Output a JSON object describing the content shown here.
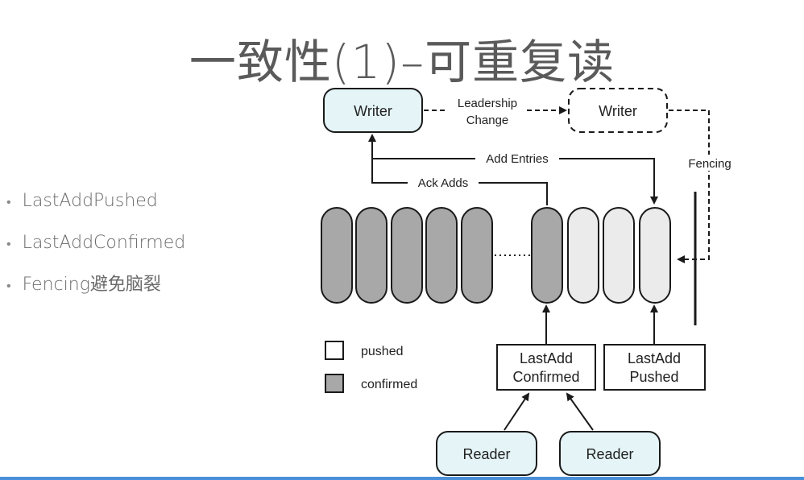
{
  "slide": {
    "title": "一致性(1)–可重复读",
    "bullets": [
      "LastAddPushed",
      "LastAddConfirmed",
      "Fencing避免脑裂"
    ]
  },
  "diagram": {
    "writer_active": "Writer",
    "writer_new": "Writer",
    "leadership_change_line1": "Leadership",
    "leadership_change_line2": "Change",
    "add_entries": "Add Entries",
    "ack_adds": "Ack Adds",
    "fencing": "Fencing",
    "legend_pushed": "pushed",
    "legend_confirmed": "confirmed",
    "lac_line1": "LastAdd",
    "lac_line2": "Confirmed",
    "lap_line1": "LastAdd",
    "lap_line2": "Pushed",
    "reader_1": "Reader",
    "reader_2": "Reader",
    "colors": {
      "confirmed_fill": "#a8a8a8",
      "pushed_fill": "#ebebeb",
      "writer_fill": "#e4f4f7",
      "reader_fill": "#e4f4f7",
      "stroke": "#1a1a1a"
    }
  }
}
